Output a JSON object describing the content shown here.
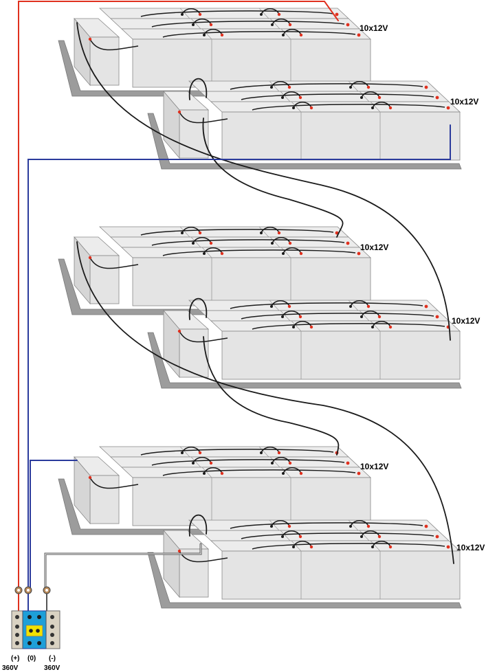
{
  "banks": [
    {
      "label": "10x12V"
    },
    {
      "label": "10x12V"
    },
    {
      "label": "10x12V"
    },
    {
      "label": "10x12V"
    },
    {
      "label": "10x12V"
    },
    {
      "label": "10x12V"
    }
  ],
  "terminals": [
    {
      "polarity": "(+)",
      "voltage": "360V"
    },
    {
      "polarity": "(0)",
      "voltage": ""
    },
    {
      "polarity": "(-)",
      "voltage": "360V"
    }
  ],
  "colors": {
    "positive_wire": "#e0301e",
    "neutral_wire": "#2a3a9c",
    "negative_wire": "#555555",
    "link_wire": "#1a1a1a",
    "battery_fill": "#e4e4e4",
    "battery_top": "#ececec",
    "tray_fill": "#9c9c9c",
    "terminal_red": "#e0301e",
    "terminal_block": "#1e9fd8",
    "terminal_beige": "#d9d2c2"
  }
}
